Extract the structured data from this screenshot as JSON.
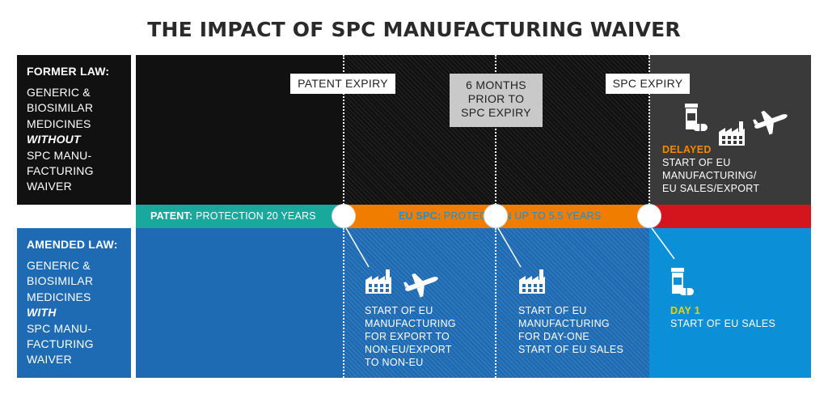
{
  "title": "THE IMPACT OF SPC MANUFACTURING WAIVER",
  "former": {
    "heading": "FORMER LAW:",
    "lines": [
      "GENERIC &",
      "BIOSIMILAR",
      "MEDICINES",
      "WITHOUT",
      "SPC MANU-",
      "FACTURING",
      "WAIVER"
    ]
  },
  "amended": {
    "heading": "AMENDED LAW:",
    "lines": [
      "GENERIC &",
      "BIOSIMILAR",
      "MEDICINES",
      "WITH",
      "SPC MANU-",
      "FACTURING",
      "WAIVER"
    ]
  },
  "milestones": {
    "patent_expiry": "PATENT EXPIRY",
    "six_months": [
      "6 MONTHS",
      "PRIOR TO",
      "SPC EXPIRY"
    ],
    "spc_expiry": "SPC EXPIRY"
  },
  "timeline": {
    "patent_bold": "PATENT:",
    "patent_text": " PROTECTION 20 YEARS",
    "spc_bold": "EU SPC:",
    "spc_text": " PROTECTION UP TO 5.5 YEARS"
  },
  "former_outcome": {
    "keyword": "DELAYED",
    "lines": [
      "START OF EU",
      "MANUFACTURING/",
      "EU SALES/EXPORT"
    ]
  },
  "amended_outcome_1": {
    "lines": [
      "START OF EU",
      "MANUFACTURING",
      "FOR EXPORT TO",
      "NON-EU/EXPORT",
      "TO NON-EU"
    ]
  },
  "amended_outcome_2": {
    "lines": [
      "START OF EU",
      "MANUFACTURING",
      "FOR DAY-ONE",
      "START OF EU SALES"
    ]
  },
  "amended_outcome_3": {
    "keyword": "DAY 1",
    "lines": [
      "START OF EU SALES"
    ]
  },
  "colors": {
    "dark": "#111111",
    "dark_grey": "#3a3a3a",
    "blue": "#1e6bb4",
    "light_blue": "#0b8fd6",
    "teal": "#18a89c",
    "orange": "#f07d00",
    "red": "#d4151e",
    "yellow": "#e9d300",
    "delayed_orange": "#f08a00"
  },
  "icons": [
    "factory-icon",
    "airplane-icon",
    "medicine-icon"
  ]
}
